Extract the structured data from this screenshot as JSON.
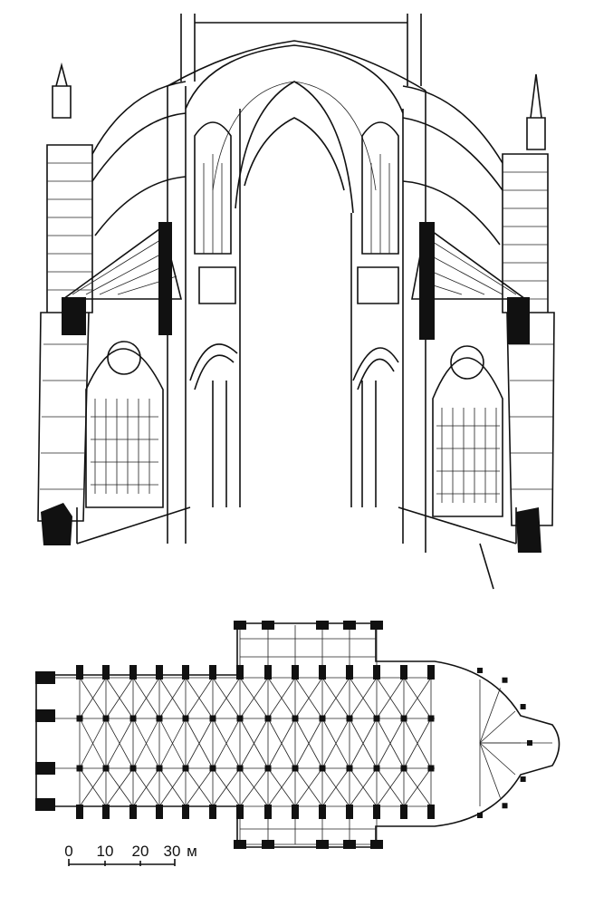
{
  "scale_bar": {
    "labels": [
      "0",
      "10",
      "20",
      "30"
    ],
    "unit": "м"
  }
}
